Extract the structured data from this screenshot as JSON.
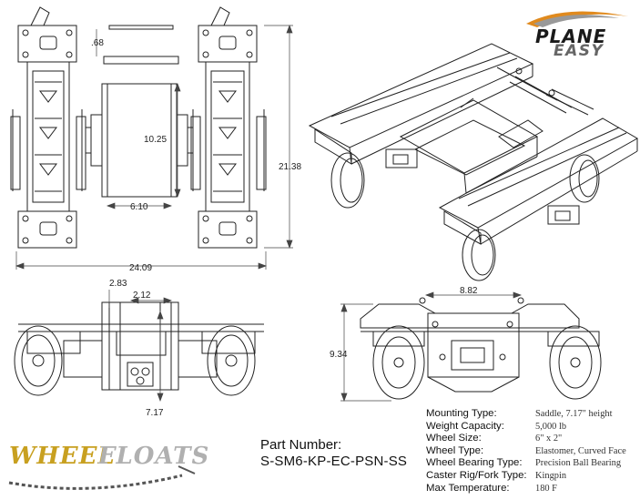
{
  "branding": {
    "top_logo": {
      "line1": "PLANE",
      "line2": "EASY",
      "accent": "#e08a1e"
    },
    "bottom_logo": {
      "part1": "WHEEL",
      "part2": "FLOATS",
      "color1": "#c8a020",
      "color2": "#b0b0b0"
    }
  },
  "dimensions": {
    "pin_offset": ".68",
    "saddle_height": "10.25",
    "saddle_width": "6.10",
    "overall_length": "21.38",
    "overall_width": "24.09",
    "front_offset": "2.83",
    "front_width": "2.12",
    "front_height": "7.17",
    "side_width": "8.82",
    "side_height": "9.34"
  },
  "part": {
    "label": "Part Number:",
    "number": "S-SM6-KP-EC-PSN-SS"
  },
  "specs": [
    {
      "label": "Mounting Type:",
      "value": "Saddle, 7.17\" height"
    },
    {
      "label": "Weight Capacity:",
      "value": "5,000 lb"
    },
    {
      "label": "Wheel Size:",
      "value": "6\" x 2\""
    },
    {
      "label": "Wheel Type:",
      "value": "Elastomer, Curved Face"
    },
    {
      "label": "Wheel Bearing Type:",
      "value": "Precision Ball Bearing"
    },
    {
      "label": "Caster Rig/Fork Type:",
      "value": "Kingpin"
    },
    {
      "label": "Max Temperature:",
      "value": "180 F"
    }
  ]
}
